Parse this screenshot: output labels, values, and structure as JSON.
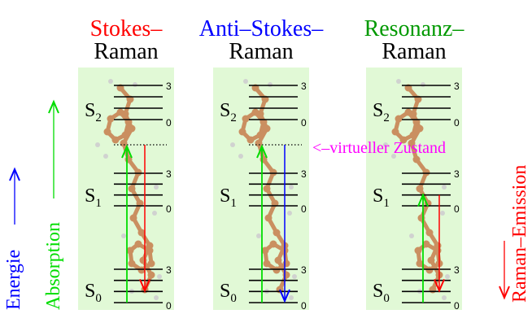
{
  "panels": [
    {
      "id": "stokes",
      "title_line1": "Stokes–",
      "title_line2": "Raman",
      "title_color": "#ff0000",
      "emission_color": "#ff0000",
      "virtual_state": true,
      "emission_to": "S0-1"
    },
    {
      "id": "anti-stokes",
      "title_line1": "Anti–Stokes–",
      "title_line2": "Raman",
      "title_color": "#0000ff",
      "emission_color": "#0000ff",
      "virtual_state": true,
      "emission_to": "S0-0"
    },
    {
      "id": "resonanz",
      "title_line1": "Resonanz–",
      "title_line2": "Raman",
      "title_color": "#009900",
      "emission_color": "#ff0000",
      "virtual_state": false,
      "emission_to": "S0-1"
    }
  ],
  "states": {
    "s2": {
      "base": "S",
      "sub": "2"
    },
    "s1": {
      "base": "S",
      "sub": "1"
    },
    "s0": {
      "base": "S",
      "sub": "0"
    }
  },
  "level_labels": {
    "top": "3",
    "bottom": "0"
  },
  "virtual_state_label": "<–virtueller Zustand",
  "axis_labels": {
    "energy": "Energie",
    "absorption": "Absorption",
    "emission": "Raman–Emission"
  },
  "colors": {
    "panel_background": "#e1f9d6",
    "absorption": "#00dd00",
    "energy": "#0000ff",
    "emission_axis": "#ff0000",
    "virtual_label": "#ff00ff",
    "black": "#000000",
    "molecule_carbon": "#c98a5a",
    "molecule_light": "#d0d0d0"
  }
}
